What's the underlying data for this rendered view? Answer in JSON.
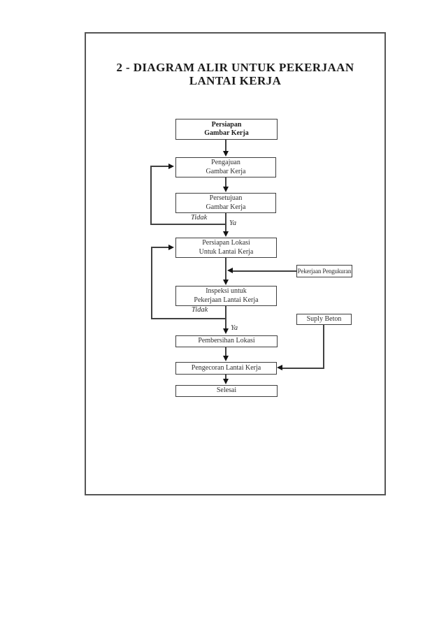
{
  "document": {
    "title_line1": "2 - DIAGRAM ALIR UNTUK PEKERJAAN",
    "title_line2": "LANTAI KERJA"
  },
  "flowchart": {
    "nodes": [
      {
        "id": "persiapan-gambar-kerja",
        "line1": "Persiapan",
        "line2": "Gambar Kerja",
        "emphasis": "bold"
      },
      {
        "id": "pengajuan-gambar-kerja",
        "line1": "Pengajuan",
        "line2": "Gambar Kerja"
      },
      {
        "id": "persetujuan-gambar-kerja",
        "line1": "Persetujuan",
        "line2": "Gambar Kerja"
      },
      {
        "id": "persiapan-lokasi-untuk-lantai-kerja",
        "line1": "Persiapan Lokasi",
        "line2": "Untuk Lantai Kerja"
      },
      {
        "id": "inspeksi-untuk-pekerjaan-lantai-kerja",
        "line1": "Inspeksi untuk",
        "line2": "Pekerjaan Lantai Kerja"
      },
      {
        "id": "pembersihan-lokasi",
        "line1": "Pembersihan Lokasi"
      },
      {
        "id": "pengecoran-lantai-kerja",
        "line1": "Pengecoran Lantai Kerja"
      },
      {
        "id": "selesai",
        "line1": "Selesai"
      },
      {
        "id": "pekerjaan-pengukuran",
        "line1": "Pekerjaan Pengukuran"
      },
      {
        "id": "suply-beton",
        "line1": "Suply Beton"
      }
    ],
    "decision_labels": {
      "persetujuan_no": "Tidak",
      "persetujuan_yes": "Ya",
      "inspeksi_no": "Tidak",
      "inspeksi_yes": "Ya"
    },
    "edges": [
      {
        "from": "persiapan-gambar-kerja",
        "to": "pengajuan-gambar-kerja"
      },
      {
        "from": "pengajuan-gambar-kerja",
        "to": "persetujuan-gambar-kerja"
      },
      {
        "from": "persetujuan-gambar-kerja",
        "to": "persiapan-lokasi-untuk-lantai-kerja",
        "label": "Ya"
      },
      {
        "from": "persetujuan-gambar-kerja",
        "to": "pengajuan-gambar-kerja",
        "label": "Tidak"
      },
      {
        "from": "persiapan-lokasi-untuk-lantai-kerja",
        "to": "inspeksi-untuk-pekerjaan-lantai-kerja"
      },
      {
        "from": "pekerjaan-pengukuran",
        "to": "inspeksi-untuk-pekerjaan-lantai-kerja"
      },
      {
        "from": "inspeksi-untuk-pekerjaan-lantai-kerja",
        "to": "pembersihan-lokasi",
        "label": "Ya"
      },
      {
        "from": "inspeksi-untuk-pekerjaan-lantai-kerja",
        "to": "persiapan-lokasi-untuk-lantai-kerja",
        "label": "Tidak"
      },
      {
        "from": "pembersihan-lokasi",
        "to": "pengecoran-lantai-kerja"
      },
      {
        "from": "suply-beton",
        "to": "pengecoran-lantai-kerja"
      },
      {
        "from": "pengecoran-lantai-kerja",
        "to": "selesai"
      }
    ],
    "colors": {
      "connector_line": "#414141",
      "arrowhead": "#141414",
      "box_border": "#3e3e3e",
      "page_border": "#555555",
      "text": "#2e2e2e",
      "background": "#ffffff"
    }
  }
}
